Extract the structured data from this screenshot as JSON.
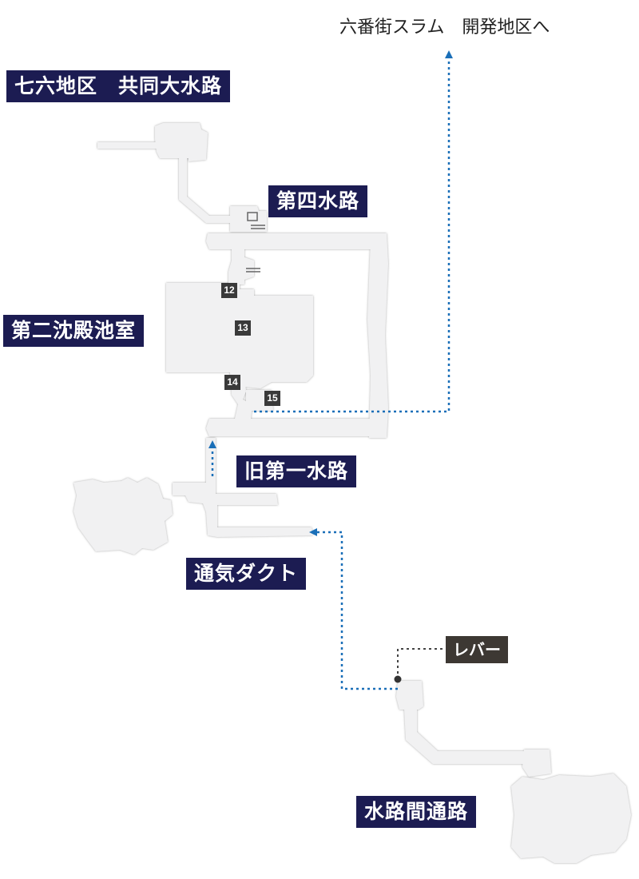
{
  "destination": {
    "label": "六番街スラム　開発地区へ"
  },
  "areas": {
    "main": "七六地区　共同大水路",
    "fourth": "第四水路",
    "second_pool": "第二沈殿池室",
    "old_first": "旧第一水路",
    "vent": "通気ダクト",
    "passage": "水路間通路"
  },
  "lever": {
    "label": "レバー"
  },
  "markers": [
    "12",
    "13",
    "14",
    "15"
  ],
  "colors": {
    "label_bg": "#1c1c52",
    "lever_bg": "#3d3833",
    "room_fill": "#f1f1f2",
    "route": "#1a6fb8"
  }
}
